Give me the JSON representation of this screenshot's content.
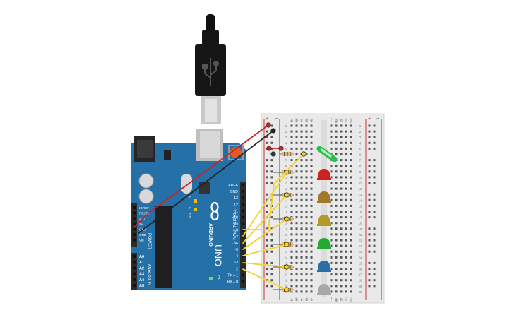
{
  "board": {
    "name_top": "ARDUINO",
    "name_bottom": "UNO",
    "logo": "infinity-logo",
    "digital_header_label": "DIGITAL (PWM ~)",
    "power_label": "POWER",
    "analog_label": "ANALOG IN",
    "tx_label": "TX",
    "rx_label": "RX",
    "l_label": "L",
    "on_label": "ON",
    "power_pins": [
      "IOREF",
      "RESET",
      "3.3V",
      "5V",
      "GND",
      "GND",
      "Vin"
    ],
    "analog_pins": [
      "A0",
      "A1",
      "A2",
      "A3",
      "A4",
      "A5"
    ],
    "digital_pins": [
      "AREF",
      "GND",
      "13",
      "12",
      "~11",
      "~10",
      "~9",
      "8",
      "7",
      "~6",
      "~5",
      "4",
      "~3",
      "2",
      "TX→1",
      "RX←0"
    ],
    "colors": {
      "board": "#2670a8",
      "board_dark": "#1b5584",
      "header": "#2b2b2b"
    }
  },
  "breadboard": {
    "col_labels": [
      "a",
      "b",
      "c",
      "d",
      "e",
      "f",
      "g",
      "h",
      "i",
      "j"
    ],
    "row_numbers": [
      "1",
      "2",
      "3",
      "4",
      "5",
      "6",
      "7",
      "8",
      "9",
      "10",
      "11",
      "12",
      "13",
      "14",
      "15",
      "16",
      "17",
      "18",
      "19",
      "20",
      "21",
      "22",
      "23",
      "24",
      "25",
      "26",
      "27",
      "28",
      "29",
      "30"
    ],
    "rail_plus": "+",
    "rail_minus": "−"
  },
  "usb": {
    "icon": "usb-trident-icon"
  },
  "components": {
    "leds": [
      {
        "color": "#cc2222",
        "name": "red"
      },
      {
        "color": "#a07a2a",
        "name": "brown"
      },
      {
        "color": "#b39a26",
        "name": "yellow"
      },
      {
        "color": "#22aa33",
        "name": "green"
      },
      {
        "color": "#2b6ea8",
        "name": "blue"
      },
      {
        "color": "#a8a8a8",
        "name": "gray"
      }
    ],
    "photoresistor_color": "#2fbf4a"
  },
  "wires": {
    "gnd_color": "#222222",
    "power_color": "#cc2222",
    "signal_color": "#f2d22a"
  }
}
